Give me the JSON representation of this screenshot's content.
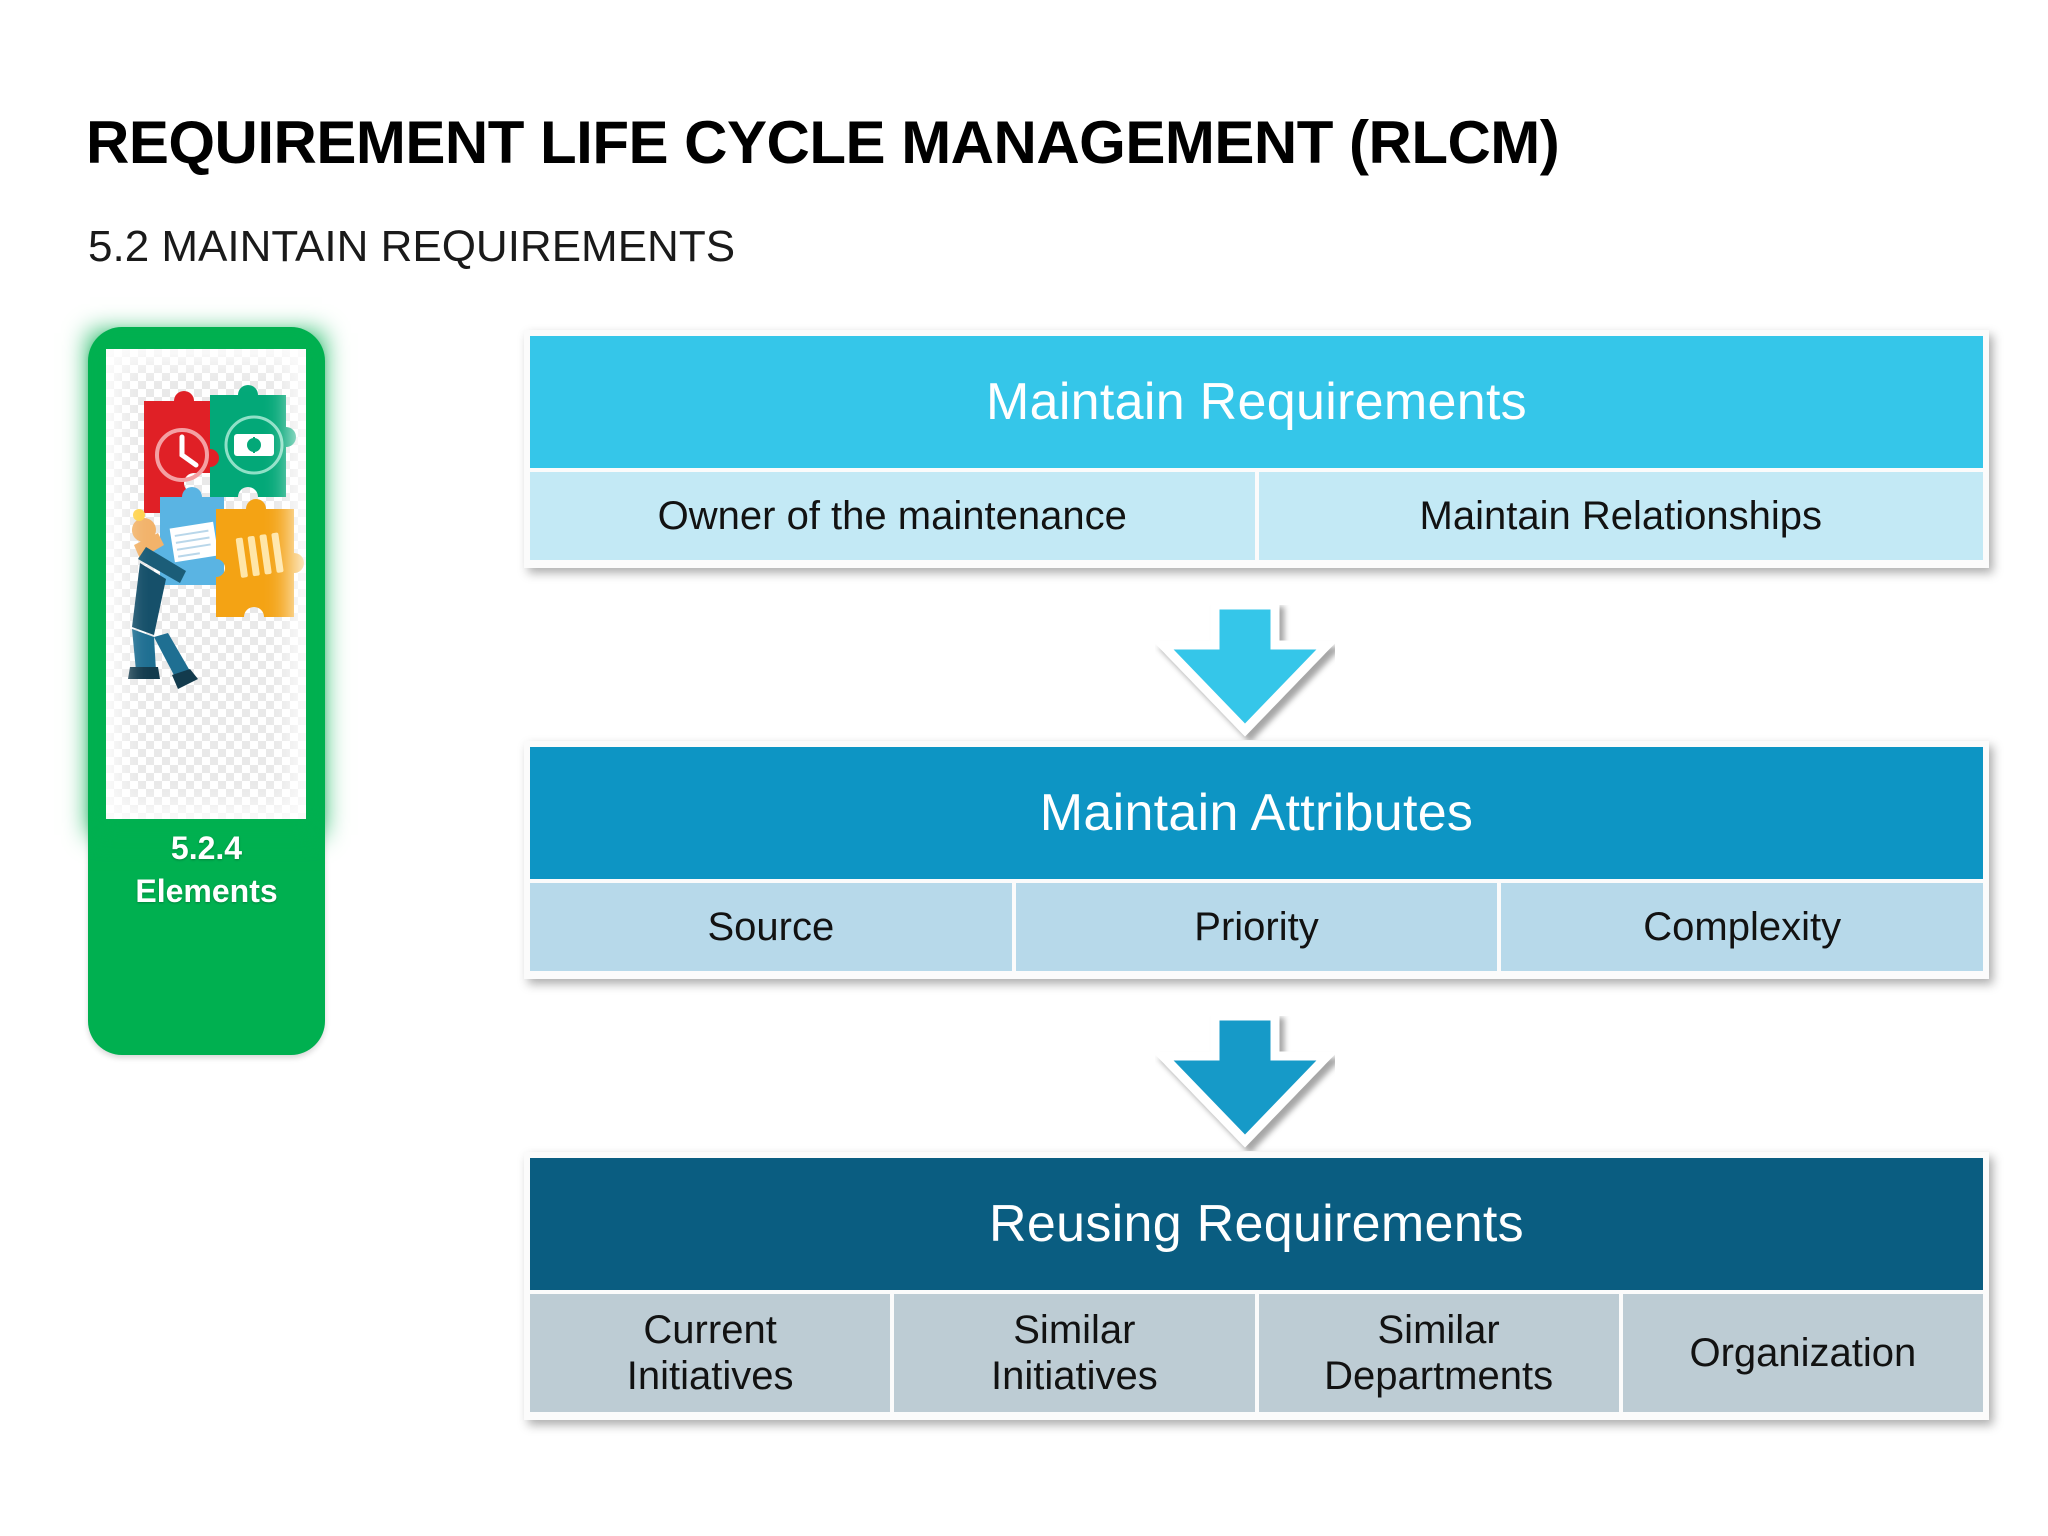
{
  "slide": {
    "title": "REQUIREMENT LIFE CYCLE MANAGEMENT (RLCM)",
    "subtitle": "5.2 MAINTAIN REQUIREMENTS"
  },
  "side_panel": {
    "number": "5.2.4",
    "label": "Elements",
    "caption": "5.2.4\nElements",
    "background_color": "#00b050",
    "image_name": "puzzle-pieces-illustration"
  },
  "flow": {
    "arrows": [
      {
        "name": "arrow-down-1",
        "color": "#35c6e9"
      },
      {
        "name": "arrow-down-2",
        "color": "#159ac8"
      }
    ],
    "blocks": [
      {
        "id": "maintain-requirements",
        "header": "Maintain Requirements",
        "header_color": "#35c6e9",
        "cell_color": "#c3e9f5",
        "cells": [
          "Owner of the maintenance",
          "Maintain Relationships"
        ]
      },
      {
        "id": "maintain-attributes",
        "header": "Maintain Attributes",
        "header_color": "#0d95c4",
        "cell_color": "#b7d9ea",
        "cells": [
          "Source",
          "Priority",
          "Complexity"
        ]
      },
      {
        "id": "reusing-requirements",
        "header": "Reusing Requirements",
        "header_color": "#0a5d81",
        "cell_color": "#bdccd4",
        "cells": [
          "Current\nInitiatives",
          "Similar\nInitiatives",
          "Similar\nDepartments",
          "Organization"
        ]
      }
    ]
  }
}
